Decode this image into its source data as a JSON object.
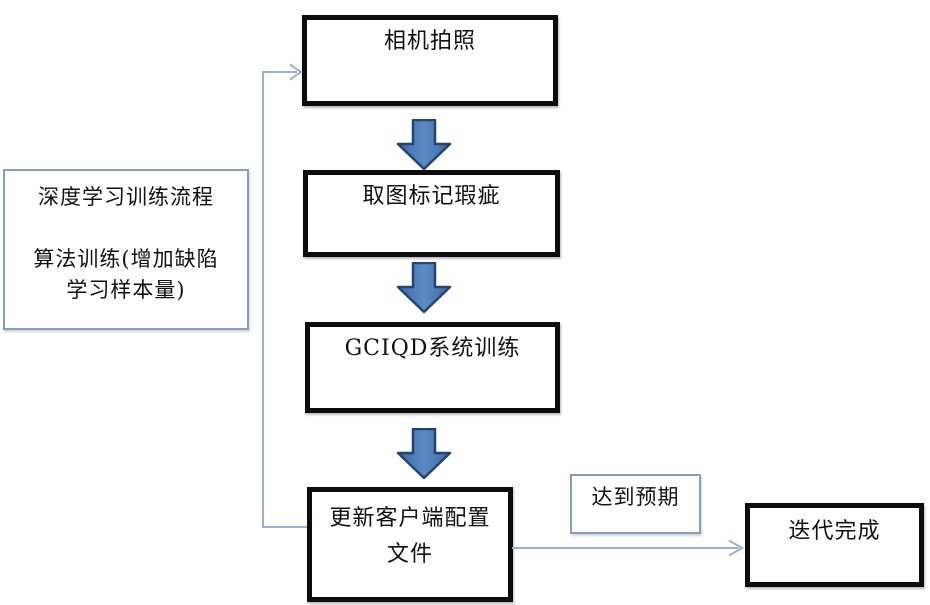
{
  "diagram": {
    "note_box": {
      "title": "深度学习训练流程",
      "body_line1": "算法训练(增加缺陷",
      "body_line2": "学习样本量)"
    },
    "nodes": {
      "camera": {
        "label": "相机拍照"
      },
      "mark_defects": {
        "label": "取图标记瑕疵"
      },
      "gciqd_training": {
        "label": "GCIQD系统训练"
      },
      "update_config": {
        "line1": "更新客户端配置",
        "line2": "文件"
      },
      "iteration_done": {
        "label": "迭代完成"
      }
    },
    "edge_labels": {
      "meets_expectation": "达到预期"
    },
    "colors": {
      "background": "#ffffff",
      "node_border": "#0c0c0c",
      "note_border": "#8a9cb6",
      "block_arrow_fill": "#4474b4",
      "block_arrow_highlight": "#5c8ac6",
      "block_arrow_border": "#24456e",
      "connector_line": "#9cb1d1",
      "text": "#111111"
    }
  }
}
